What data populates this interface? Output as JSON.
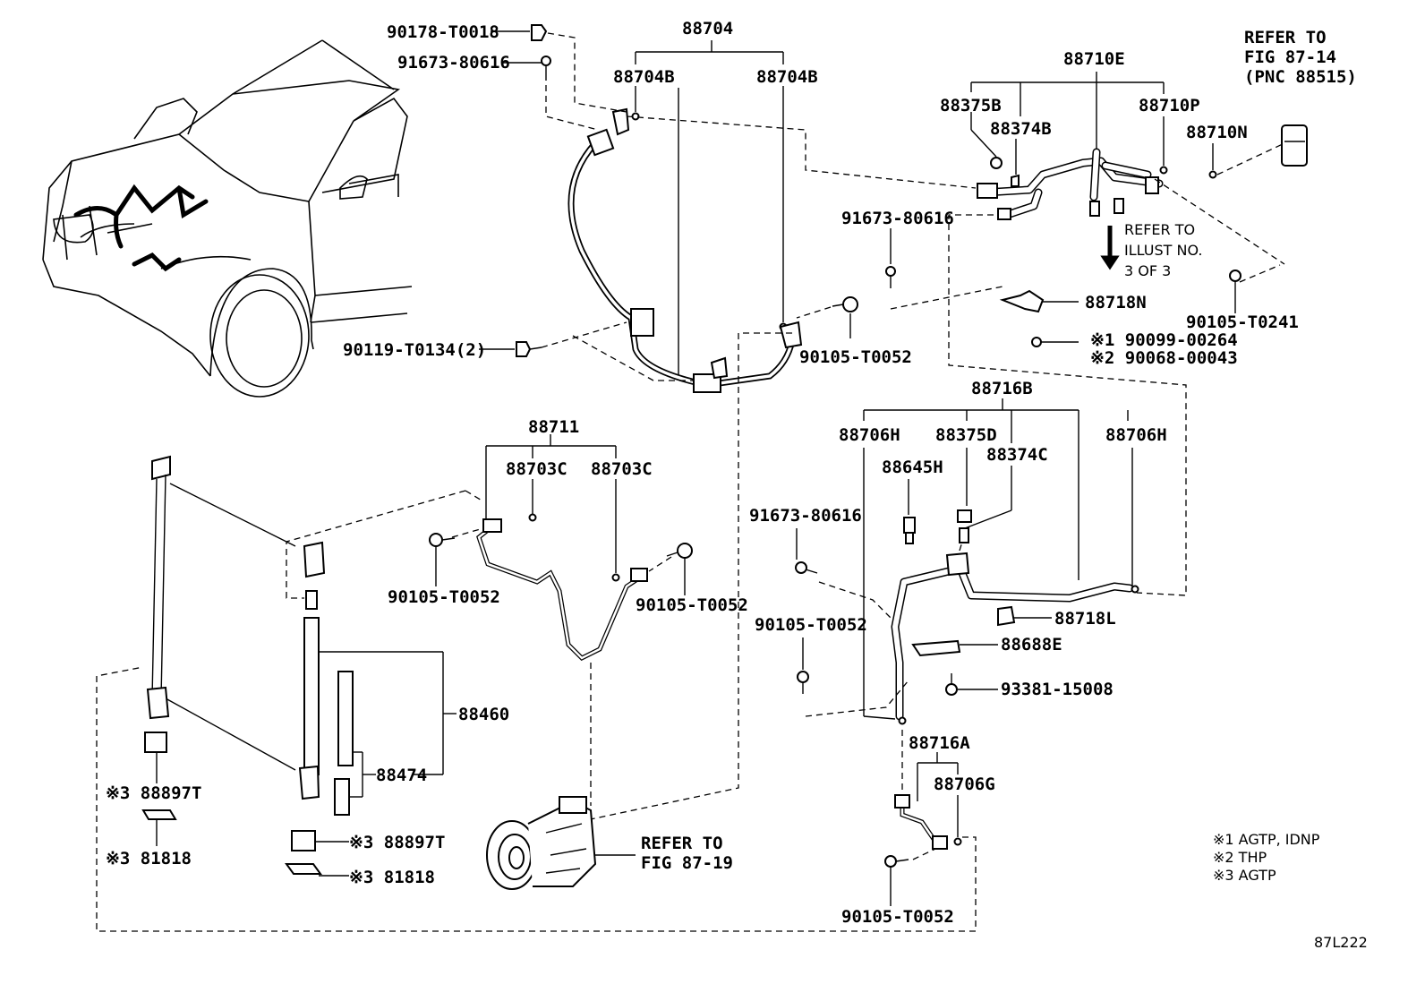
{
  "diagram_id": "87L222",
  "labels": {
    "p88704": "88704",
    "p88704B_left": "88704B",
    "p88704B_right": "88704B",
    "p90178": "90178-T0018",
    "p91673_top": "91673-80616",
    "p90119": "90119-T0134(2)",
    "p90105_mid": "90105-T0052",
    "p88710E": "88710E",
    "p88375B": "88375B",
    "p88374B": "88374B",
    "p88710P": "88710P",
    "p88710N": "88710N",
    "refer_87_14_l1": "REFER TO",
    "refer_87_14_l2": "FIG 87-14",
    "refer_87_14_l3": "(PNC 88515)",
    "p91673_right": "91673-80616",
    "refer_illust_l1": "REFER TO",
    "refer_illust_l2": "ILLUST NO.",
    "refer_illust_l3": "3 OF 3",
    "p88718N": "88718N",
    "p90105_T0241": "90105-T0241",
    "p90099": "※1 90099-00264",
    "p90068": "※2 90068-00043",
    "p88716B": "88716B",
    "p88706H_left": "88706H",
    "p88375D": "88375D",
    "p88374C": "88374C",
    "p88706H_right": "88706H",
    "p88645H": "88645H",
    "p91673_lower": "91673-80616",
    "p88718L": "88718L",
    "p90105_lower_right": "90105-T0052",
    "p88688E": "88688E",
    "p93381": "93381-15008",
    "p88716A": "88716A",
    "p88706G": "88706G",
    "p90105_bottom": "90105-T0052",
    "p88711": "88711",
    "p88703C_left": "88703C",
    "p88703C_right": "88703C",
    "p90105_88711_left": "90105-T0052",
    "p90105_88711_right": "90105-T0052",
    "p88460": "88460",
    "p88474": "88474",
    "p88897T_left": "※3 88897T",
    "p81818_left": "※3 81818",
    "p88897T_right": "※3 88897T",
    "p81818_right": "※3 81818",
    "refer_87_19_l1": "REFER TO",
    "refer_87_19_l2": "FIG 87-19"
  },
  "legend": {
    "note1": "※1 AGTP, IDNP",
    "note2": "※2 THP",
    "note3": "※3 AGTP"
  }
}
